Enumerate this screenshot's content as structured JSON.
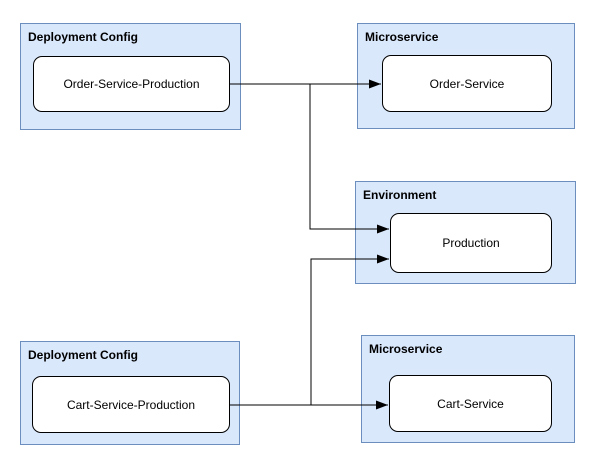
{
  "diagram": {
    "colors": {
      "background": "#ffffff",
      "container_fill": "#dae8fc",
      "container_border": "#6c8ebf",
      "node_fill": "#ffffff",
      "node_border": "#000000",
      "edge_color": "#000000",
      "text_color": "#000000"
    },
    "groups": [
      {
        "title": "Deployment Config",
        "node": "Order-Service-Production"
      },
      {
        "title": "Microservice",
        "node": "Order-Service"
      },
      {
        "title": "Environment",
        "node": "Production"
      },
      {
        "title": "Deployment Config",
        "node": "Cart-Service-Production"
      },
      {
        "title": "Microservice",
        "node": "Cart-Service"
      }
    ],
    "edges": [
      {
        "from": "Order-Service-Production",
        "to": "Order-Service"
      },
      {
        "from": "Order-Service-Production",
        "to": "Production"
      },
      {
        "from": "Cart-Service-Production",
        "to": "Cart-Service"
      },
      {
        "from": "Cart-Service-Production",
        "to": "Production"
      }
    ]
  }
}
